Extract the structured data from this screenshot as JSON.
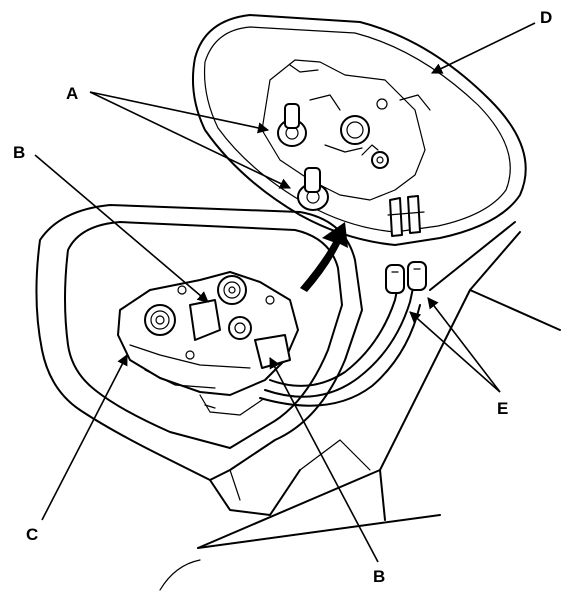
{
  "labels": {
    "a": "A",
    "b_top": "B",
    "b_bottom": "B",
    "c": "C",
    "d": "D",
    "e": "E"
  },
  "colors": {
    "line": "#000000",
    "background": "#ffffff"
  }
}
